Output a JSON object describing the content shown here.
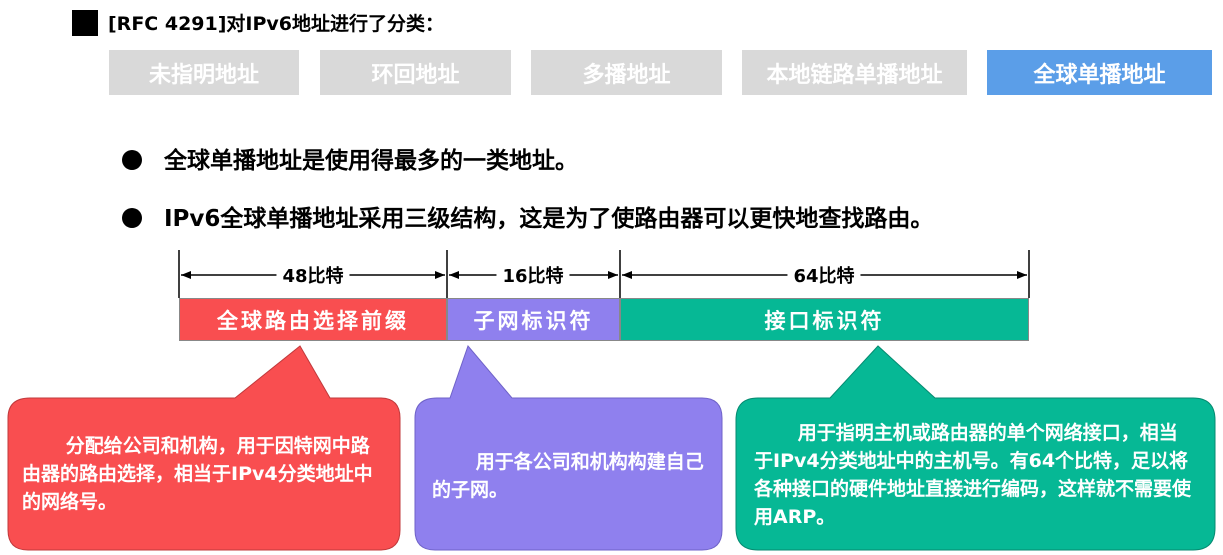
{
  "heading": "[RFC 4291]对IPv6地址进行了分类：",
  "tabs": [
    {
      "label": "未指明地址"
    },
    {
      "label": "环回地址"
    },
    {
      "label": "多播地址"
    },
    {
      "label": "本地链路单播地址"
    },
    {
      "label": "全球单播地址",
      "active": true
    }
  ],
  "bullets": [
    "全球单播地址是使用得最多的一类地址。",
    "IPv6全球单播地址采用三级结构，这是为了使路由器可以更快地查找路由。"
  ],
  "structure": {
    "widths": [
      "48比特",
      "16比特",
      "64比特"
    ],
    "segments": [
      "全球路由选择前缀",
      "子网标识符",
      "接口标识符"
    ]
  },
  "callouts": [
    "分配给公司和机构，用于因特网中路由器的路由选择，相当于IPv4分类地址中的网络号。",
    "用于各公司和机构构建自己的子网。",
    "用于指明主机或路由器的单个网络接口，相当于IPv4分类地址中的主机号。有64个比特，足以将各种接口的硬件地址直接进行编码，这样就不需要使用ARP。"
  ],
  "colors": {
    "red": "#f94e50",
    "purple": "#8f80ee",
    "green": "#06b895",
    "tab_gray": "#d9d9d9",
    "tab_active": "#5b9ee8"
  }
}
